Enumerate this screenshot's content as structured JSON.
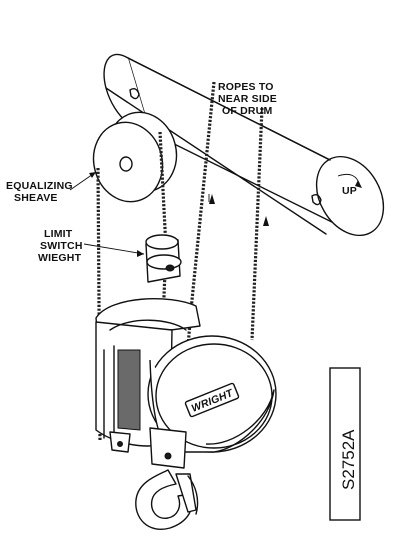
{
  "labels": {
    "ropes_line1": "ROPES TO",
    "ropes_line2": "NEAR SIDE",
    "ropes_line3": "OF DRUM",
    "equalizing_line1": "EQUALIZING",
    "equalizing_line2": "SHEAVE",
    "limit_line1": "LIMIT",
    "limit_line2": "SWITCH",
    "limit_line3": "WIEGHT",
    "up": "UP",
    "brand": "WRIGHT",
    "figure_code": "S2752A"
  }
}
